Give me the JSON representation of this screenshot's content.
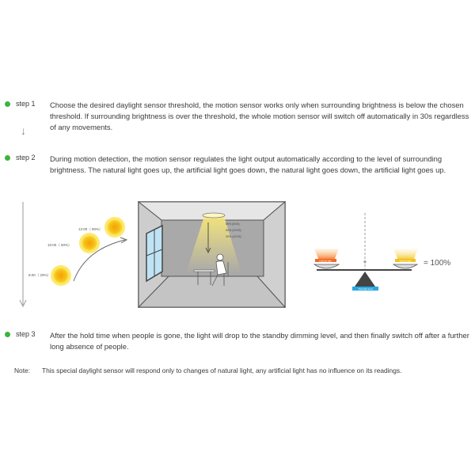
{
  "steps": [
    {
      "label": "step 1",
      "text": "Choose the desired daylight sensor threshold, the motion sensor works only when surrounding brightness is below the chosen threshold. If surrounding brightness is over the threshold, the whole motion sensor will switch off automatically in 30s regardless of any movements."
    },
    {
      "label": "step 2",
      "text": "During motion detection, the motion sensor regulates the light output automatically according to the level of surrounding brightness. The natural light goes up, the artificial light goes down, the natural light goes down, the artificial light goes up."
    },
    {
      "label": "step 3",
      "text": "After the hold time when people is gone, the light will drop to the standby dimming level, and then finally switch off after a further long absence of people."
    }
  ],
  "note": {
    "label": "Note:",
    "text": "This special daylight sensor will respond only to changes of natural light, any artificial light has no influence on its readings."
  },
  "diagram": {
    "suns": [
      {
        "label": "12:00（ 80%）"
      },
      {
        "label": "10:00（ 50%）"
      },
      {
        "label": "8:00（ 20%）"
      }
    ],
    "lamp_levels": [
      "80% (8:00)",
      "50% (10:00)",
      "20% (12:00)"
    ],
    "balance": {
      "left_tag": "Artificial light",
      "right_tag": "Natural light",
      "base_tag": "Total light level",
      "result": "= 100%"
    },
    "colors": {
      "sun": "#f7a21c",
      "sun_core": "#f5c518",
      "room_line": "#555555",
      "balance_base": "#29a9e0",
      "tag_orange": "#f26b22",
      "tag_yellow": "#f2c21a"
    }
  }
}
